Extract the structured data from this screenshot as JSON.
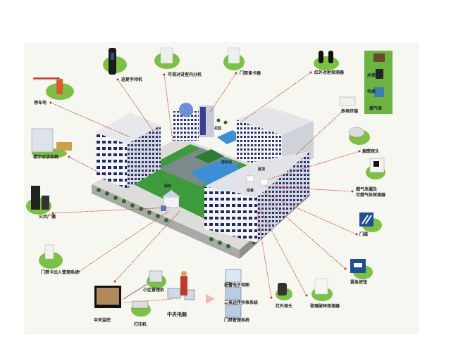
{
  "labels": {
    "parking_gate": "停车场",
    "patrol_handset": "巡更手持机",
    "indoor_intercom": "可视对讲室内分机",
    "access_reader": "门禁读卡器",
    "ir_beam": "红外对射探测器",
    "water_meter": "水表",
    "electric_meter": "电表",
    "gas_meter": "煤气表",
    "meter_terminal": "抄表终端",
    "smoke_detector": "烟感探头",
    "gas_leak_line1": "燃气泄漏及",
    "gas_leak_line2": "可燃气体探测器",
    "door_magnet": "门磁",
    "emergency_button": "紧急按钮",
    "glass_break": "玻璃破碎探测器",
    "ir_detector": "红外探头",
    "intercom_system": "楼宇对讲系统",
    "public_broadcast": "公共广播",
    "access_control_system": "门禁卡出入管理系统",
    "central_monitor": "中央监控",
    "management_phone": "小区管理机",
    "printer": "打印机",
    "central_computer": "中央电脑",
    "alarm_map": "报警电子地图",
    "meter_reading_system": "三表远传抄表系统",
    "access_mgmt_system": "门禁管理系统",
    "pool": "游泳池",
    "garden": "花园",
    "guard": "保安",
    "roof": "屋顶",
    "equipment": "设备"
  },
  "colors": {
    "accent_green": "#7cc242",
    "line_red": "#c0392b",
    "building": "#eef0f4",
    "window": "#1f2a66",
    "water": "#3a8fd6"
  }
}
